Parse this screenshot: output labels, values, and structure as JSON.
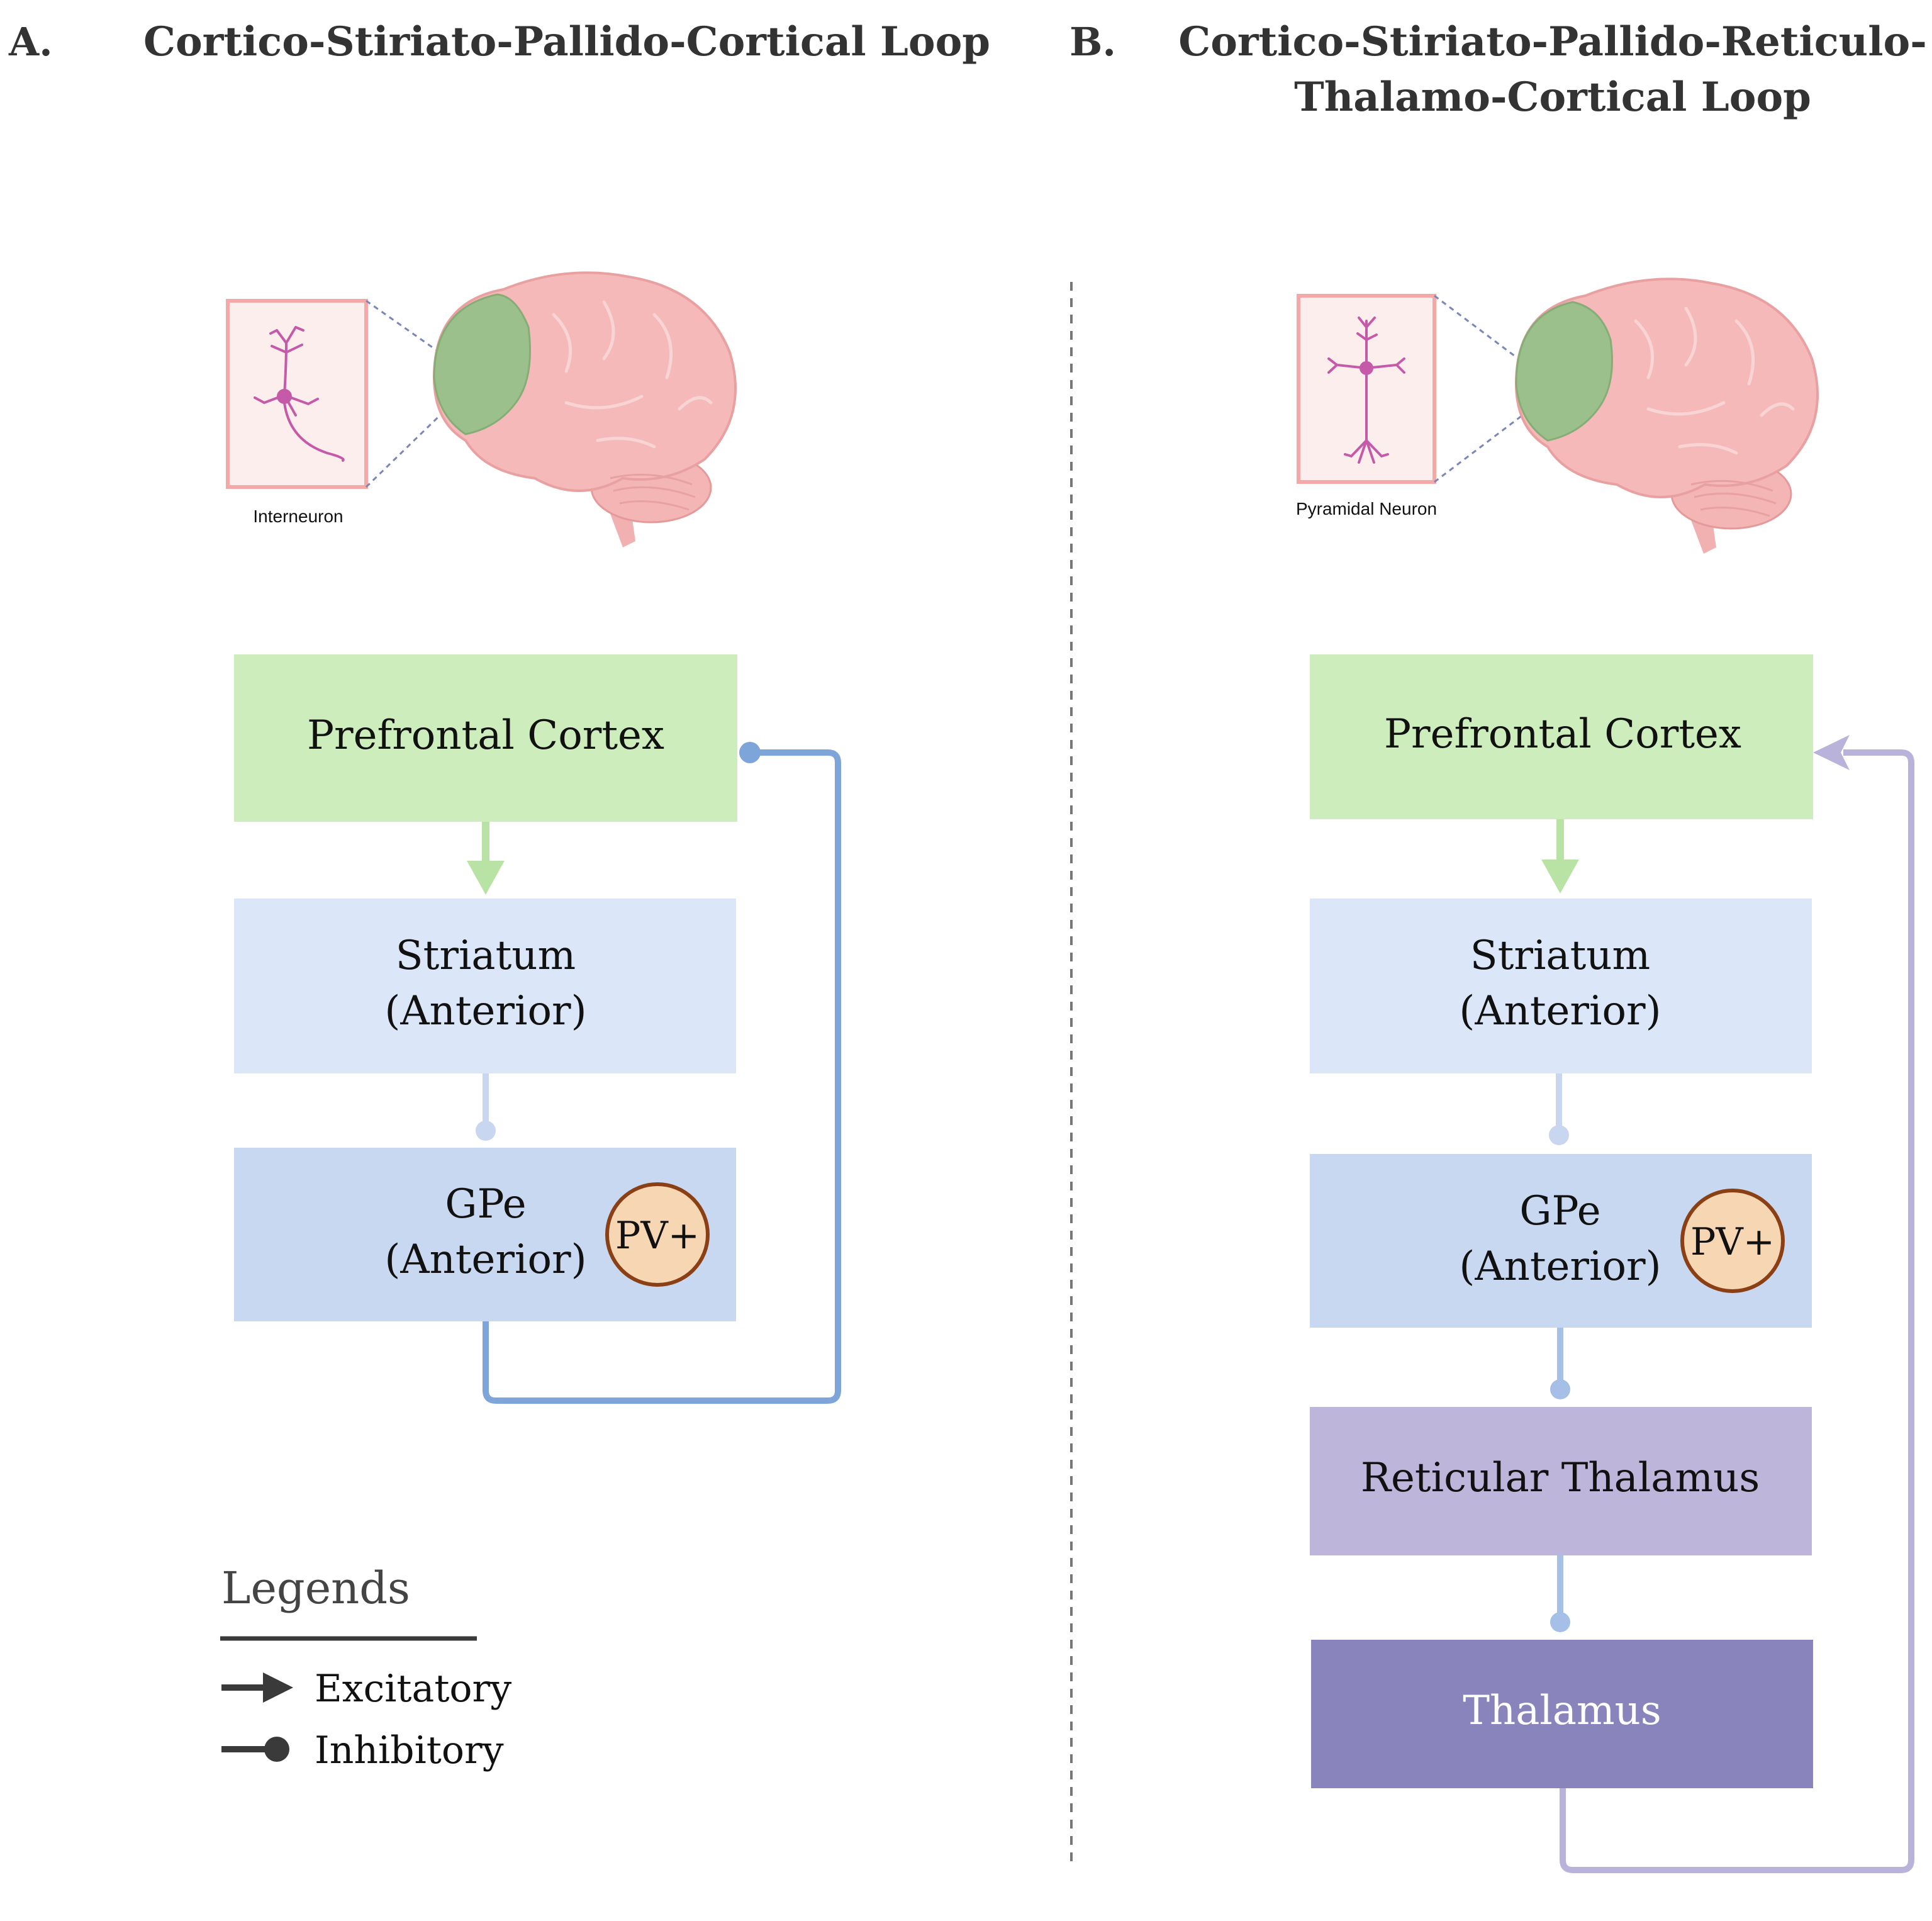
{
  "panel_a": {
    "letter": "A.",
    "title": "Cortico-Stiriato-Pallido-Cortical  Loop",
    "neuron_label": "Interneuron",
    "boxes": {
      "pfc": "Prefrontal Cortex",
      "striatum_1": "Striatum",
      "striatum_2": "(Anterior)",
      "gpe_1": "GPe",
      "gpe_2": "(Anterior)",
      "pv": "PV+"
    }
  },
  "panel_b": {
    "letter": "B.",
    "title_1": "Cortico-Stiriato-Pallido-Reticulo-",
    "title_2": "Thalamo-Cortical  Loop",
    "neuron_label": "Pyramidal Neuron",
    "boxes": {
      "pfc": "Prefrontal Cortex",
      "striatum_1": "Striatum",
      "striatum_2": "(Anterior)",
      "gpe_1": "GPe",
      "gpe_2": "(Anterior)",
      "pv": "PV+",
      "reticular": "Reticular Thalamus",
      "thalamus": "Thalamus"
    }
  },
  "legend": {
    "title": "Legends",
    "excitatory": "Excitatory",
    "inhibitory": "Inhibitory"
  },
  "colors": {
    "pfc": "#cdeebc",
    "striatum": "#dbe7f8",
    "gpe": "#c9d8f1",
    "pv_fill": "#f6d6b3",
    "pv_stroke": "#8b3f14",
    "reticular": "#bdb5da",
    "thalamus": "#8a84bd",
    "loop_a": "#7da5da",
    "loop_b": "#b9b3dc",
    "arrow_green": "#b9e3a5",
    "inhib_light": "#c8d6ef",
    "inhib_mid": "#a6bfe6",
    "legend": "#3a3a3a",
    "brain": "#f5b9b9",
    "pfc_region": "#9cc08c",
    "neuron": "#c45aa8"
  }
}
